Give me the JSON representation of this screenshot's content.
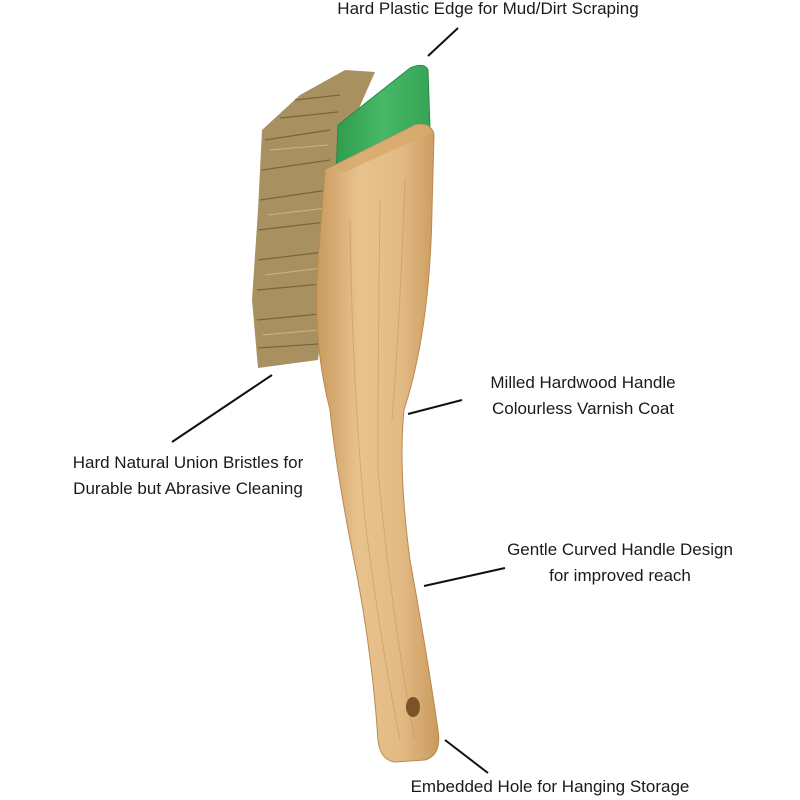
{
  "image": {
    "subject": "wooden-handled scrubbing brush with green scraper",
    "colors": {
      "background": "#ffffff",
      "wood": "#e2b983",
      "wood_shade": "#c99a5e",
      "scraper": "#3fae5c",
      "bristles": "#a89060",
      "leader_line": "#111111"
    }
  },
  "callouts": {
    "scraper": {
      "line1": "Hard Plastic Edge for Mud/Dirt Scraping"
    },
    "handle_material": {
      "line1": "Milled Hardwood Handle",
      "line2": "Colourless Varnish Coat"
    },
    "bristles": {
      "line1": "Hard Natural Union Bristles for",
      "line2": "Durable but Abrasive Cleaning"
    },
    "handle_shape": {
      "line1": "Gentle Curved Handle Design",
      "line2": "for improved reach"
    },
    "hole": {
      "line1": "Embedded Hole for Hanging Storage"
    }
  }
}
